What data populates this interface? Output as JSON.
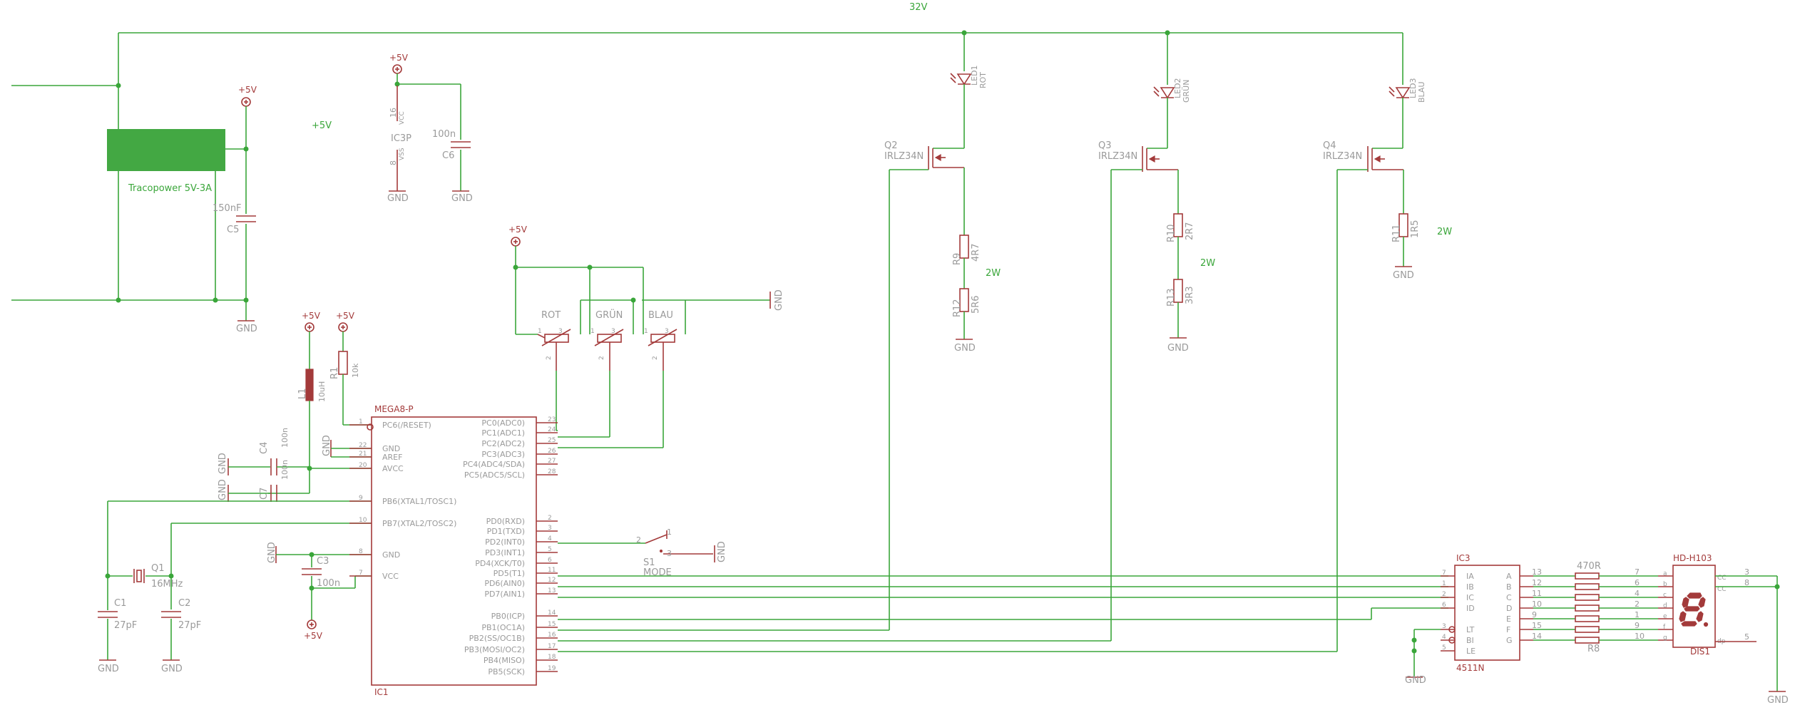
{
  "rails": {
    "v32": "32V",
    "v5_float": "+5V",
    "gnd": "GND"
  },
  "psu": {
    "name": "Tracopower 5V-3A",
    "cap_name": "C5",
    "cap_value": "150nF"
  },
  "ic3p": {
    "name": "IC3P",
    "vcc": "VCC",
    "vss": "VSS",
    "pin_vcc": "16",
    "pin_vss": "8",
    "cap_name": "C6",
    "cap_value": "100n"
  },
  "pots": [
    {
      "name": "ROT",
      "p1": "1",
      "p2": "2",
      "p3": "3"
    },
    {
      "name": "GRÜN",
      "p1": "1",
      "p2": "2",
      "p3": "3"
    },
    {
      "name": "BLAU",
      "p1": "1",
      "p2": "2",
      "p3": "3"
    }
  ],
  "channels": [
    {
      "led": "LED1",
      "color": "ROT",
      "fet": "Q2",
      "fet_type": "IRLZ34N",
      "r_top": "R9",
      "r_top_val": "4R7",
      "r_bot": "R12",
      "r_bot_val": "5R6",
      "power": "2W"
    },
    {
      "led": "LED2",
      "color": "GRÜN",
      "fet": "Q3",
      "fet_type": "IRLZ34N",
      "r_top": "R10",
      "r_top_val": "2R7",
      "r_bot": "R13",
      "r_bot_val": "3R3",
      "power": "2W"
    },
    {
      "led": "LED3",
      "color": "BLAU",
      "fet": "Q4",
      "fet_type": "IRLZ34N",
      "r_top": "R11",
      "r_top_val": "1R5",
      "power": "2W"
    }
  ],
  "left_parts": {
    "l1": "L1",
    "l1_val": "10uH",
    "r1": "R1",
    "r1_val": "10k",
    "c4": "C4",
    "c4_val": "100n",
    "c7": "C7",
    "c7_val": "100n",
    "c3": "C3",
    "c3_val": "100n",
    "q1": "Q1",
    "q1_val": "16MHz",
    "c1": "C1",
    "c1_val": "27pF",
    "c2": "C2",
    "c2_val": "27pF"
  },
  "mcu": {
    "header": "MEGA8-P",
    "name": "IC1",
    "left_pins": [
      {
        "num": "1",
        "label": "PC6(/RESET)"
      },
      {
        "num": "22",
        "label": "GND"
      },
      {
        "num": "21",
        "label": "AREF"
      },
      {
        "num": "20",
        "label": "AVCC"
      },
      {
        "num": "9",
        "label": "PB6(XTAL1/TOSC1)"
      },
      {
        "num": "10",
        "label": "PB7(XTAL2/TOSC2)"
      },
      {
        "num": "8",
        "label": "GND"
      },
      {
        "num": "7",
        "label": "VCC"
      }
    ],
    "right_pins": [
      {
        "num": "23",
        "label": "PC0(ADC0)"
      },
      {
        "num": "24",
        "label": "PC1(ADC1)"
      },
      {
        "num": "25",
        "label": "PC2(ADC2)"
      },
      {
        "num": "26",
        "label": "PC3(ADC3)"
      },
      {
        "num": "27",
        "label": "PC4(ADC4/SDA)"
      },
      {
        "num": "28",
        "label": "PC5(ADC5/SCL)"
      },
      {
        "num": "2",
        "label": "PD0(RXD)"
      },
      {
        "num": "3",
        "label": "PD1(TXD)"
      },
      {
        "num": "4",
        "label": "PD2(INT0)"
      },
      {
        "num": "5",
        "label": "PD3(INT1)"
      },
      {
        "num": "6",
        "label": "PD4(XCK/T0)"
      },
      {
        "num": "11",
        "label": "PD5(T1)"
      },
      {
        "num": "12",
        "label": "PD6(AIN0)"
      },
      {
        "num": "13",
        "label": "PD7(AIN1)"
      },
      {
        "num": "14",
        "label": "PB0(ICP)"
      },
      {
        "num": "15",
        "label": "PB1(OC1A)"
      },
      {
        "num": "16",
        "label": "PB2(SS/OC1B)"
      },
      {
        "num": "17",
        "label": "PB3(MOSI/OC2)"
      },
      {
        "num": "18",
        "label": "PB4(MISO)"
      },
      {
        "num": "19",
        "label": "PB5(SCK)"
      }
    ]
  },
  "switch": {
    "name": "S1",
    "label": "MODE",
    "p1": "1",
    "p2": "2",
    "p3": "3"
  },
  "decoder": {
    "name": "IC3",
    "part": "4511N",
    "in_pins": [
      {
        "num": "7",
        "label": "IA"
      },
      {
        "num": "1",
        "label": "IB"
      },
      {
        "num": "2",
        "label": "IC"
      },
      {
        "num": "6",
        "label": "ID"
      },
      {
        "num": "3",
        "label": "LT"
      },
      {
        "num": "4",
        "label": "BI"
      },
      {
        "num": "5",
        "label": "LE"
      }
    ],
    "out_pins": [
      {
        "num": "13",
        "label": "A"
      },
      {
        "num": "12",
        "label": "B"
      },
      {
        "num": "11",
        "label": "C"
      },
      {
        "num": "10",
        "label": "D"
      },
      {
        "num": "9",
        "label": "E"
      },
      {
        "num": "15",
        "label": "F"
      },
      {
        "num": "14",
        "label": "G"
      }
    ]
  },
  "resnet": {
    "name": "R8",
    "value": "470R"
  },
  "display": {
    "name": "DIS1",
    "part": "HD-H103",
    "seg_pins": [
      {
        "num": "7",
        "seg": "a"
      },
      {
        "num": "6",
        "seg": "b"
      },
      {
        "num": "4",
        "seg": "c"
      },
      {
        "num": "2",
        "seg": "d"
      },
      {
        "num": "1",
        "seg": "e"
      },
      {
        "num": "9",
        "seg": "f"
      },
      {
        "num": "10",
        "seg": "g"
      }
    ],
    "cc_pins": [
      {
        "num": "3",
        "label": "CC"
      },
      {
        "num": "8",
        "label": "CC"
      }
    ],
    "dp_pin": {
      "num": "5",
      "label": "dp"
    }
  }
}
